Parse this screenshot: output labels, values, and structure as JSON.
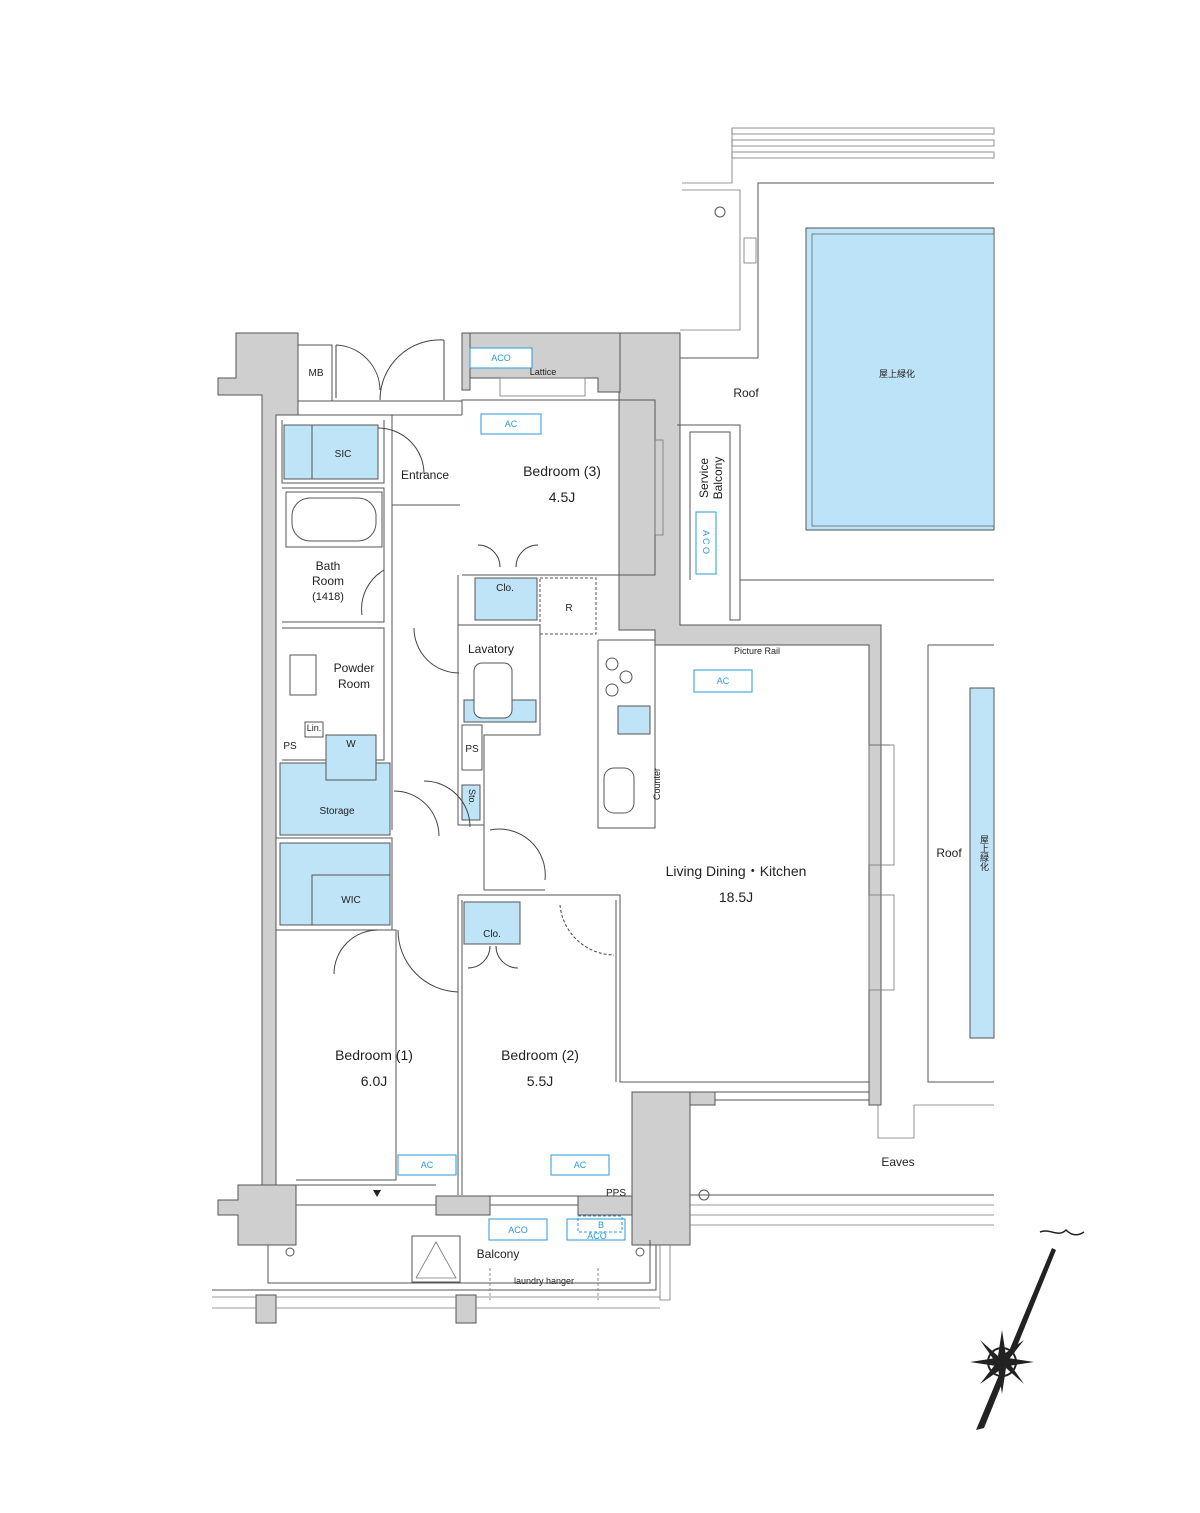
{
  "rooms": {
    "bedroom3": {
      "name": "Bedroom (3)",
      "size": "4.5J"
    },
    "bedroom1": {
      "name": "Bedroom (1)",
      "size": "6.0J"
    },
    "bedroom2": {
      "name": "Bedroom (2)",
      "size": "5.5J"
    },
    "ldk": {
      "name": "Living Dining・Kitchen",
      "size": "18.5J"
    },
    "entrance": "Entrance",
    "bath_line1": "Bath",
    "bath_line2": "Room",
    "bath_line3": "(1418)",
    "powder_line1": "Powder",
    "powder_line2": "Room",
    "lavatory": "Lavatory",
    "storage": "Storage",
    "wic": "WIC",
    "sic": "SIC",
    "clo": "Clo.",
    "mb": "MB",
    "ps": "PS",
    "pps": "PPS",
    "w": "W",
    "lin": "Lin.",
    "sto": "Sto.",
    "r": "R",
    "counter": "Counter",
    "picture_rail": "Picture Rail",
    "lattice": "Lattice",
    "balcony": "Balcony",
    "laundry_hanger": "laundry hanger",
    "service_balcony_line1": "Service",
    "service_balcony_line2": "Balcony",
    "roof": "Roof",
    "eaves": "Eaves",
    "rooftop_greening": "屋上緑化"
  },
  "equipment": {
    "ac": "AC",
    "aco": "ACO",
    "aco_vertical": "A C O",
    "b": "B"
  },
  "colors": {
    "fixture_fill": "#bfe3f7",
    "wall_fill": "#cfcfcf",
    "equipment_label": "#2a9bd8"
  }
}
